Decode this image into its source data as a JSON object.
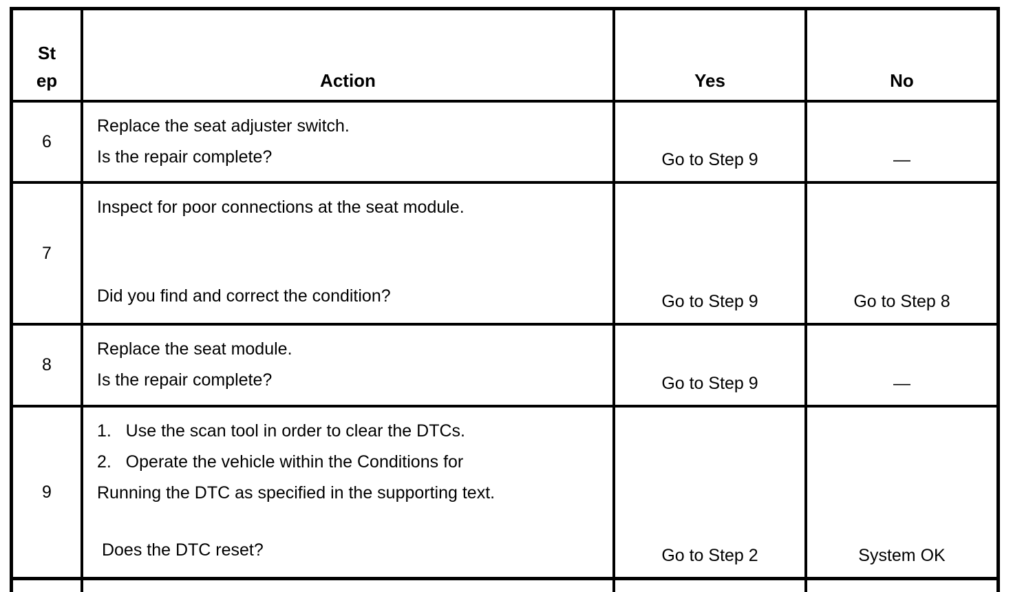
{
  "table": {
    "headers": {
      "step": "St\nep",
      "action": "Action",
      "yes": "Yes",
      "no": "No"
    },
    "rows": [
      {
        "step": "6",
        "action_lines": [
          "Replace the seat adjuster switch."
        ],
        "question": "Is the repair complete?",
        "yes": "Go to Step 9",
        "no": "—"
      },
      {
        "step": "7",
        "action_lines": [
          "Inspect for poor connections at the seat module."
        ],
        "question": "Did you find and correct the condition?",
        "yes": "Go to Step 9",
        "no": "Go to Step 8"
      },
      {
        "step": "8",
        "action_lines": [
          "Replace the seat module."
        ],
        "question": "Is the repair complete?",
        "yes": "Go to Step 9",
        "no": "—"
      },
      {
        "step": "9",
        "action_lines": [
          "1.   Use the scan tool in order to clear the DTCs.",
          "2.   Operate the vehicle within the Conditions for",
          "Running the DTC as specified in the supporting text."
        ],
        "question": " Does the DTC reset?",
        "yes": "Go to Step 2",
        "no": "System OK"
      }
    ]
  }
}
